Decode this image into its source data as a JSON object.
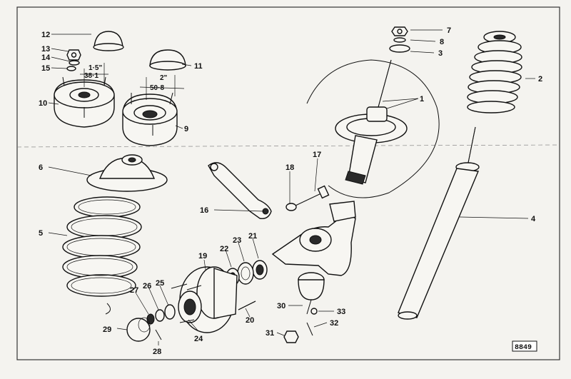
{
  "figure_code": "8849",
  "dimensions": {
    "top_mount_small": {
      "imperial": "1·5\"",
      "metric": "38·1"
    },
    "top_mount_large": {
      "imperial": "2\"",
      "metric": "50·8"
    }
  },
  "callouts": [
    "1",
    "2",
    "3",
    "4",
    "5",
    "6",
    "7",
    "8",
    "9",
    "10",
    "11",
    "12",
    "13",
    "14",
    "15",
    "16",
    "17",
    "18",
    "19",
    "20",
    "21",
    "22",
    "23",
    "24",
    "25",
    "26",
    "27",
    "28",
    "29",
    "30",
    "31",
    "32",
    "33"
  ]
}
